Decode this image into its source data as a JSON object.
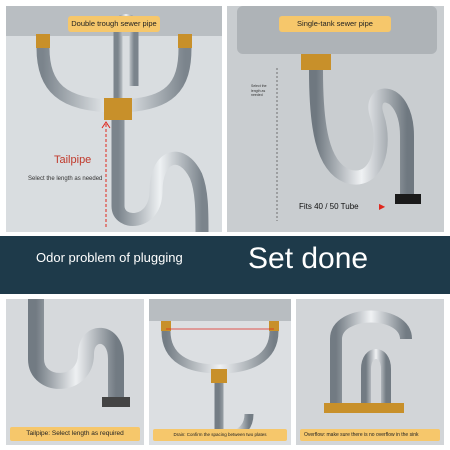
{
  "panels": {
    "double": {
      "title": "Double trough sewer pipe",
      "tailpipe": "Tailpipe",
      "tailpipe_hint": "Select the length as needed"
    },
    "single": {
      "title": "Single-tank sewer pipe",
      "measure_note": "Select the length as needed",
      "fits": "Fits 40 / 50 Tube",
      "arrow": "▶"
    },
    "tailpipe_detail": {
      "caption": "Tailpipe: Select length as required"
    },
    "drain_detail": {
      "caption": "Drain: Confirm the spacing between two plates"
    },
    "overflow_detail": {
      "caption": "Overflow: make sure there is no overflow in the sink"
    }
  },
  "banner": {
    "subtitle": "Odor problem of plugging",
    "headline": "Set done"
  },
  "colors": {
    "accent_yellow": "#f6c76b",
    "banner_navy": "#1e3a4a",
    "tailpipe_red": "#c0392b",
    "arrow_red": "#e0261c",
    "brass": "#c8902a",
    "steel": "#a9b0b6"
  }
}
